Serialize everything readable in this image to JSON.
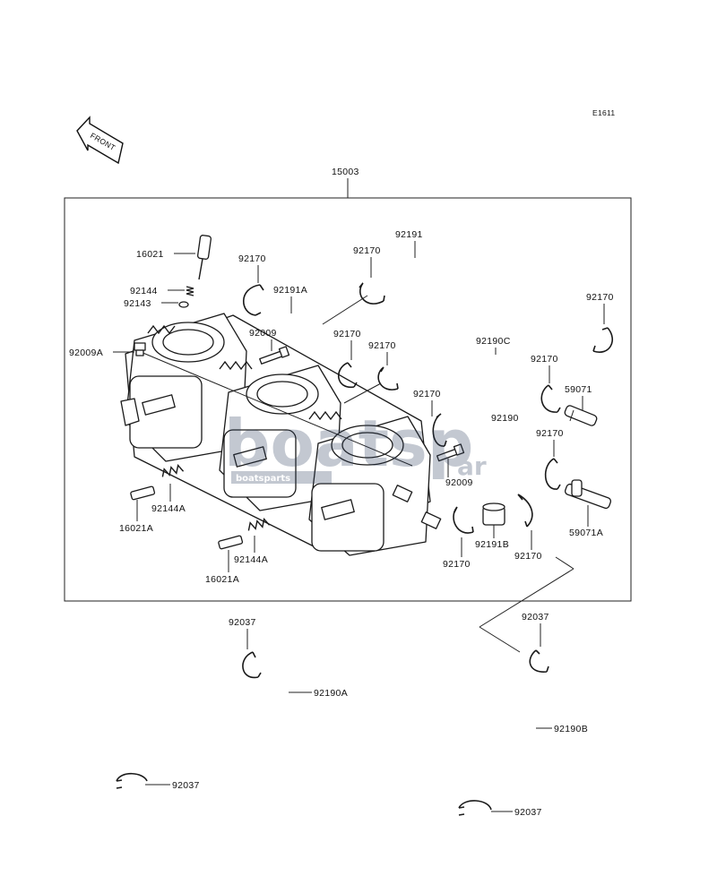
{
  "diagram_code": "E1611",
  "front_label": "FRONT",
  "assembly_label": "15003",
  "watermark": {
    "brand": "boatsp",
    "domain": "ar",
    "tagline": "boatsparts"
  },
  "callouts": {
    "c16021": "16021",
    "c92144": "92144",
    "c92143": "92143",
    "c92009A": "92009A",
    "c92009_top": "92009",
    "c92170_a": "92170",
    "c92191A": "92191A",
    "c92170_b": "92170",
    "c92191": "92191",
    "c92170_c": "92170",
    "c92170_d": "92170",
    "c92170_e": "92170",
    "c92190C": "92190C",
    "c92170_f": "92170",
    "c59071": "59071",
    "c92170_g": "92170",
    "c92190": "92190",
    "c92170_h": "92170",
    "c92009_bot": "92009",
    "c59071A": "59071A",
    "c92144A_1": "92144A",
    "c16021A_1": "16021A",
    "c92144A_2": "92144A",
    "c16021A_2": "16021A",
    "c92191B": "92191B",
    "c92170_i": "92170",
    "c92170_j": "92170",
    "c92037_a": "92037",
    "c92190A": "92190A",
    "c92037_b": "92037",
    "c92037_c": "92037",
    "c92190B": "92190B",
    "c92037_d": "92037"
  }
}
